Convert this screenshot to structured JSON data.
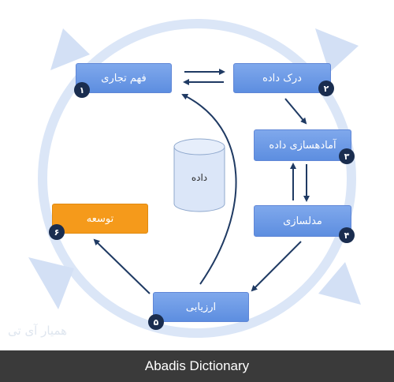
{
  "steps": [
    {
      "num": "۱",
      "label": "فهم تجاری"
    },
    {
      "num": "۲",
      "label": "درک داده"
    },
    {
      "num": "۳",
      "label": "آمادهسازی داده"
    },
    {
      "num": "۴",
      "label": "مدلسازی"
    },
    {
      "num": "۵",
      "label": "ارزیابی"
    },
    {
      "num": "۶",
      "label": "توسعه"
    }
  ],
  "center": {
    "label": "داده"
  },
  "watermark": "همیار آی تی",
  "footer": {
    "text": "Abadis Dictionary"
  },
  "colors": {
    "step_box": "#6f9be6",
    "deploy_box": "#f59a1b",
    "badge": "#1a2d4f",
    "arrow": "#1f3a63",
    "ring": "#dbe6f7",
    "footer_bg": "#3a3a3a"
  }
}
